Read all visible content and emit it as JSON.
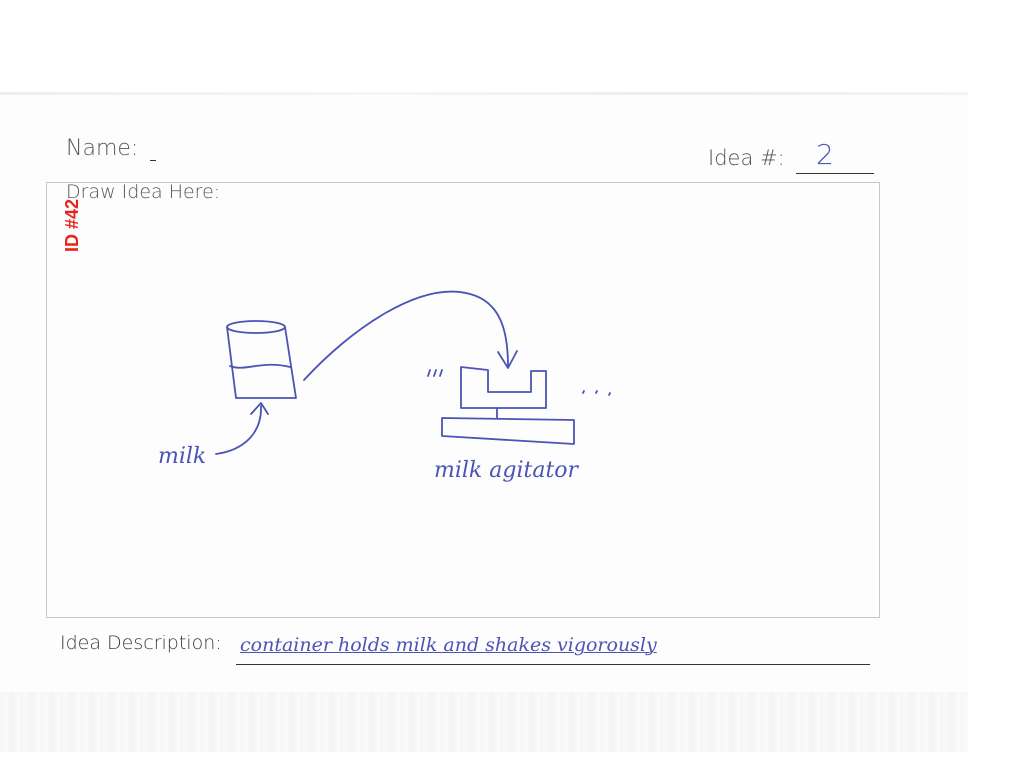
{
  "form": {
    "name_label": "Name:",
    "idea_number_label": "Idea #:",
    "idea_number_value": "2",
    "draw_label": "Draw Idea Here:",
    "description_label": "Idea Description:",
    "description_value": "container holds milk and shakes vigorously"
  },
  "stamp": {
    "id_text": "ID #42",
    "color": "#e8231b"
  },
  "sketch": {
    "ink_color": "#4a54b4",
    "label_milk": "milk",
    "label_agitator": "milk agitator"
  }
}
